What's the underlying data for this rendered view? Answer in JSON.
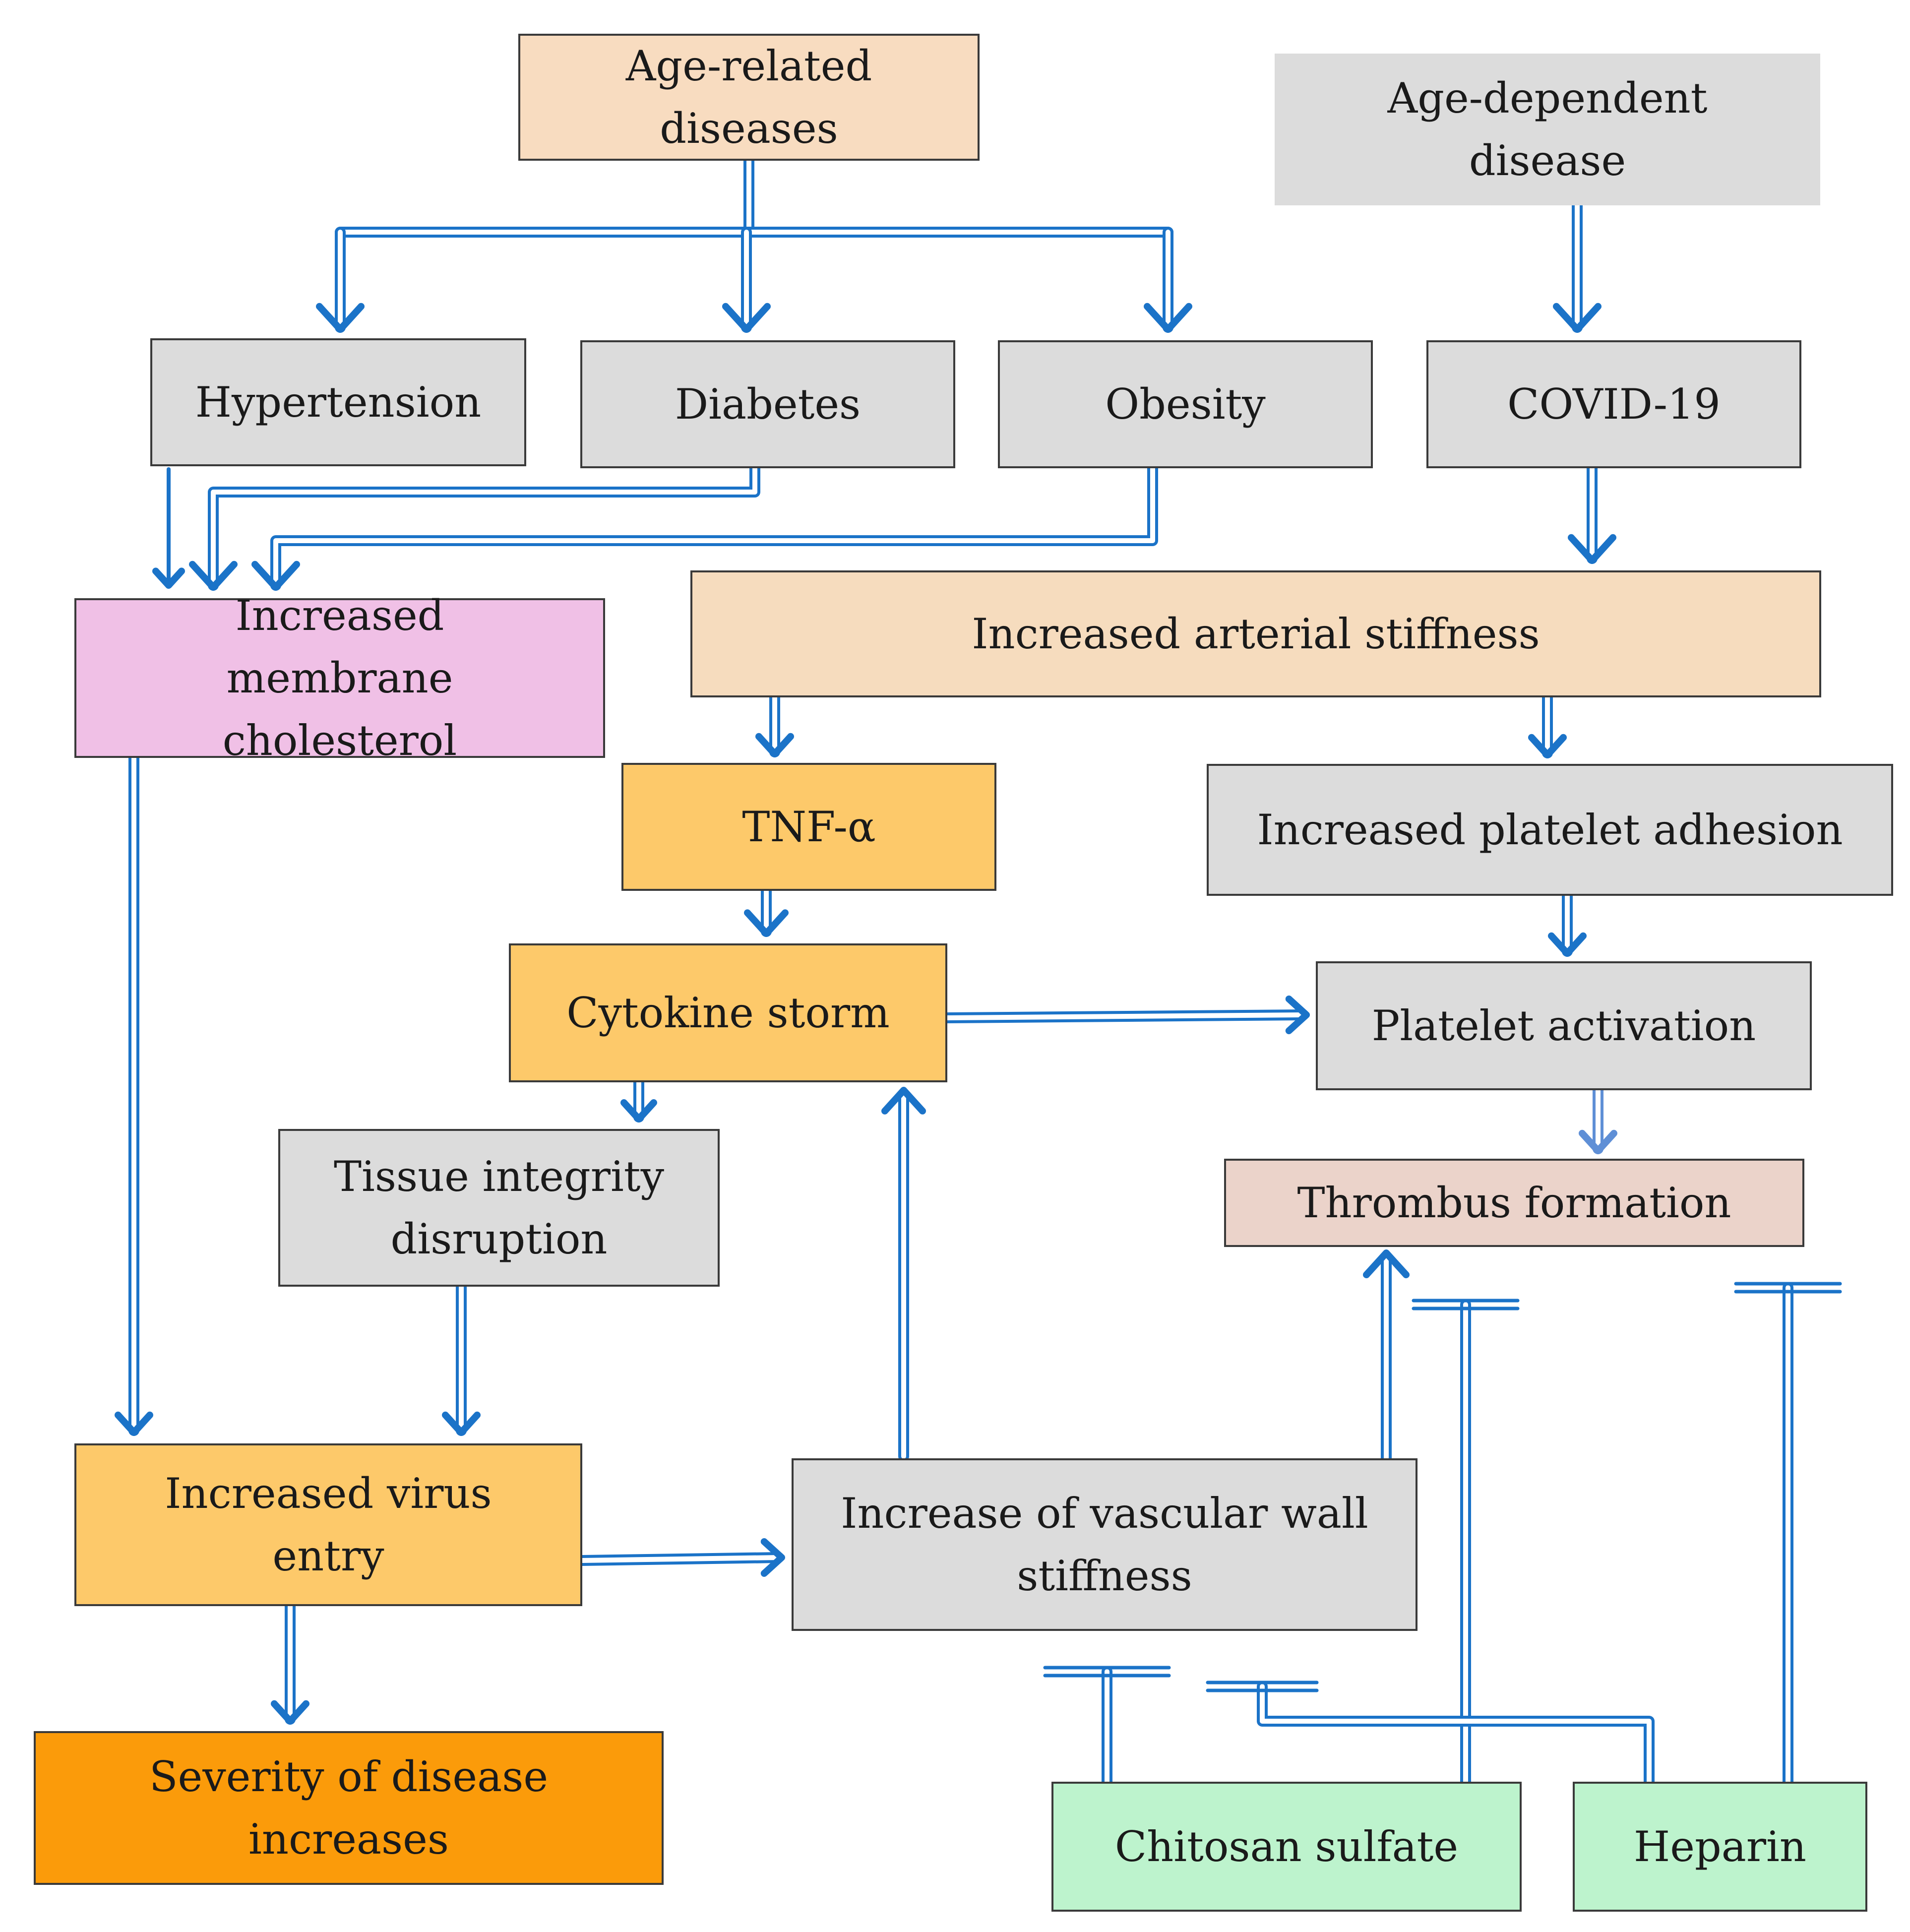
{
  "nodes": {
    "age_related": {
      "label": "Age-related diseases",
      "color": "#F8DCC0"
    },
    "age_dependent": {
      "label": "Age-dependent disease",
      "color": "#DCDCDC"
    },
    "hypertension": {
      "label": "Hypertension",
      "color": "#DCDCDC"
    },
    "diabetes": {
      "label": "Diabetes",
      "color": "#DCDCDC"
    },
    "obesity": {
      "label": "Obesity",
      "color": "#DCDCDC"
    },
    "covid": {
      "label": "COVID-19",
      "color": "#DCDCDC"
    },
    "membrane_cholesterol": {
      "label": "Increased membrane cholesterol",
      "color": "#F0C0E6"
    },
    "arterial_stiffness": {
      "label": "Increased arterial stiffness",
      "color": "#F6DCBE"
    },
    "tnf": {
      "label": "TNF-α",
      "color": "#FDC96A"
    },
    "platelet_adhesion": {
      "label": "Increased platelet adhesion",
      "color": "#DCDCDC"
    },
    "cytokine_storm": {
      "label": "Cytokine storm",
      "color": "#FDC96A"
    },
    "platelet_activation": {
      "label": "Platelet activation",
      "color": "#DCDCDC"
    },
    "tissue_disruption": {
      "label": "Tissue integrity disruption",
      "color": "#DCDCDC"
    },
    "thrombus": {
      "label": "Thrombus formation",
      "color": "#EBD3CA"
    },
    "virus_entry": {
      "label": "Increased virus entry",
      "color": "#FDC96A"
    },
    "vascular_stiffness": {
      "label": "Increase of vascular wall stiffness",
      "color": "#DCDCDC"
    },
    "severity": {
      "label": "Severity of disease increases",
      "color": "#FB9B0A"
    },
    "chitosan": {
      "label": "Chitosan sulfate",
      "color": "#BDF3CD"
    },
    "heparin": {
      "label": "Heparin",
      "color": "#BDF3CD"
    }
  },
  "colors": {
    "arrow": "#1B73C8",
    "arrow_light": "#5F8FD6",
    "border": "#3A3A3A"
  }
}
